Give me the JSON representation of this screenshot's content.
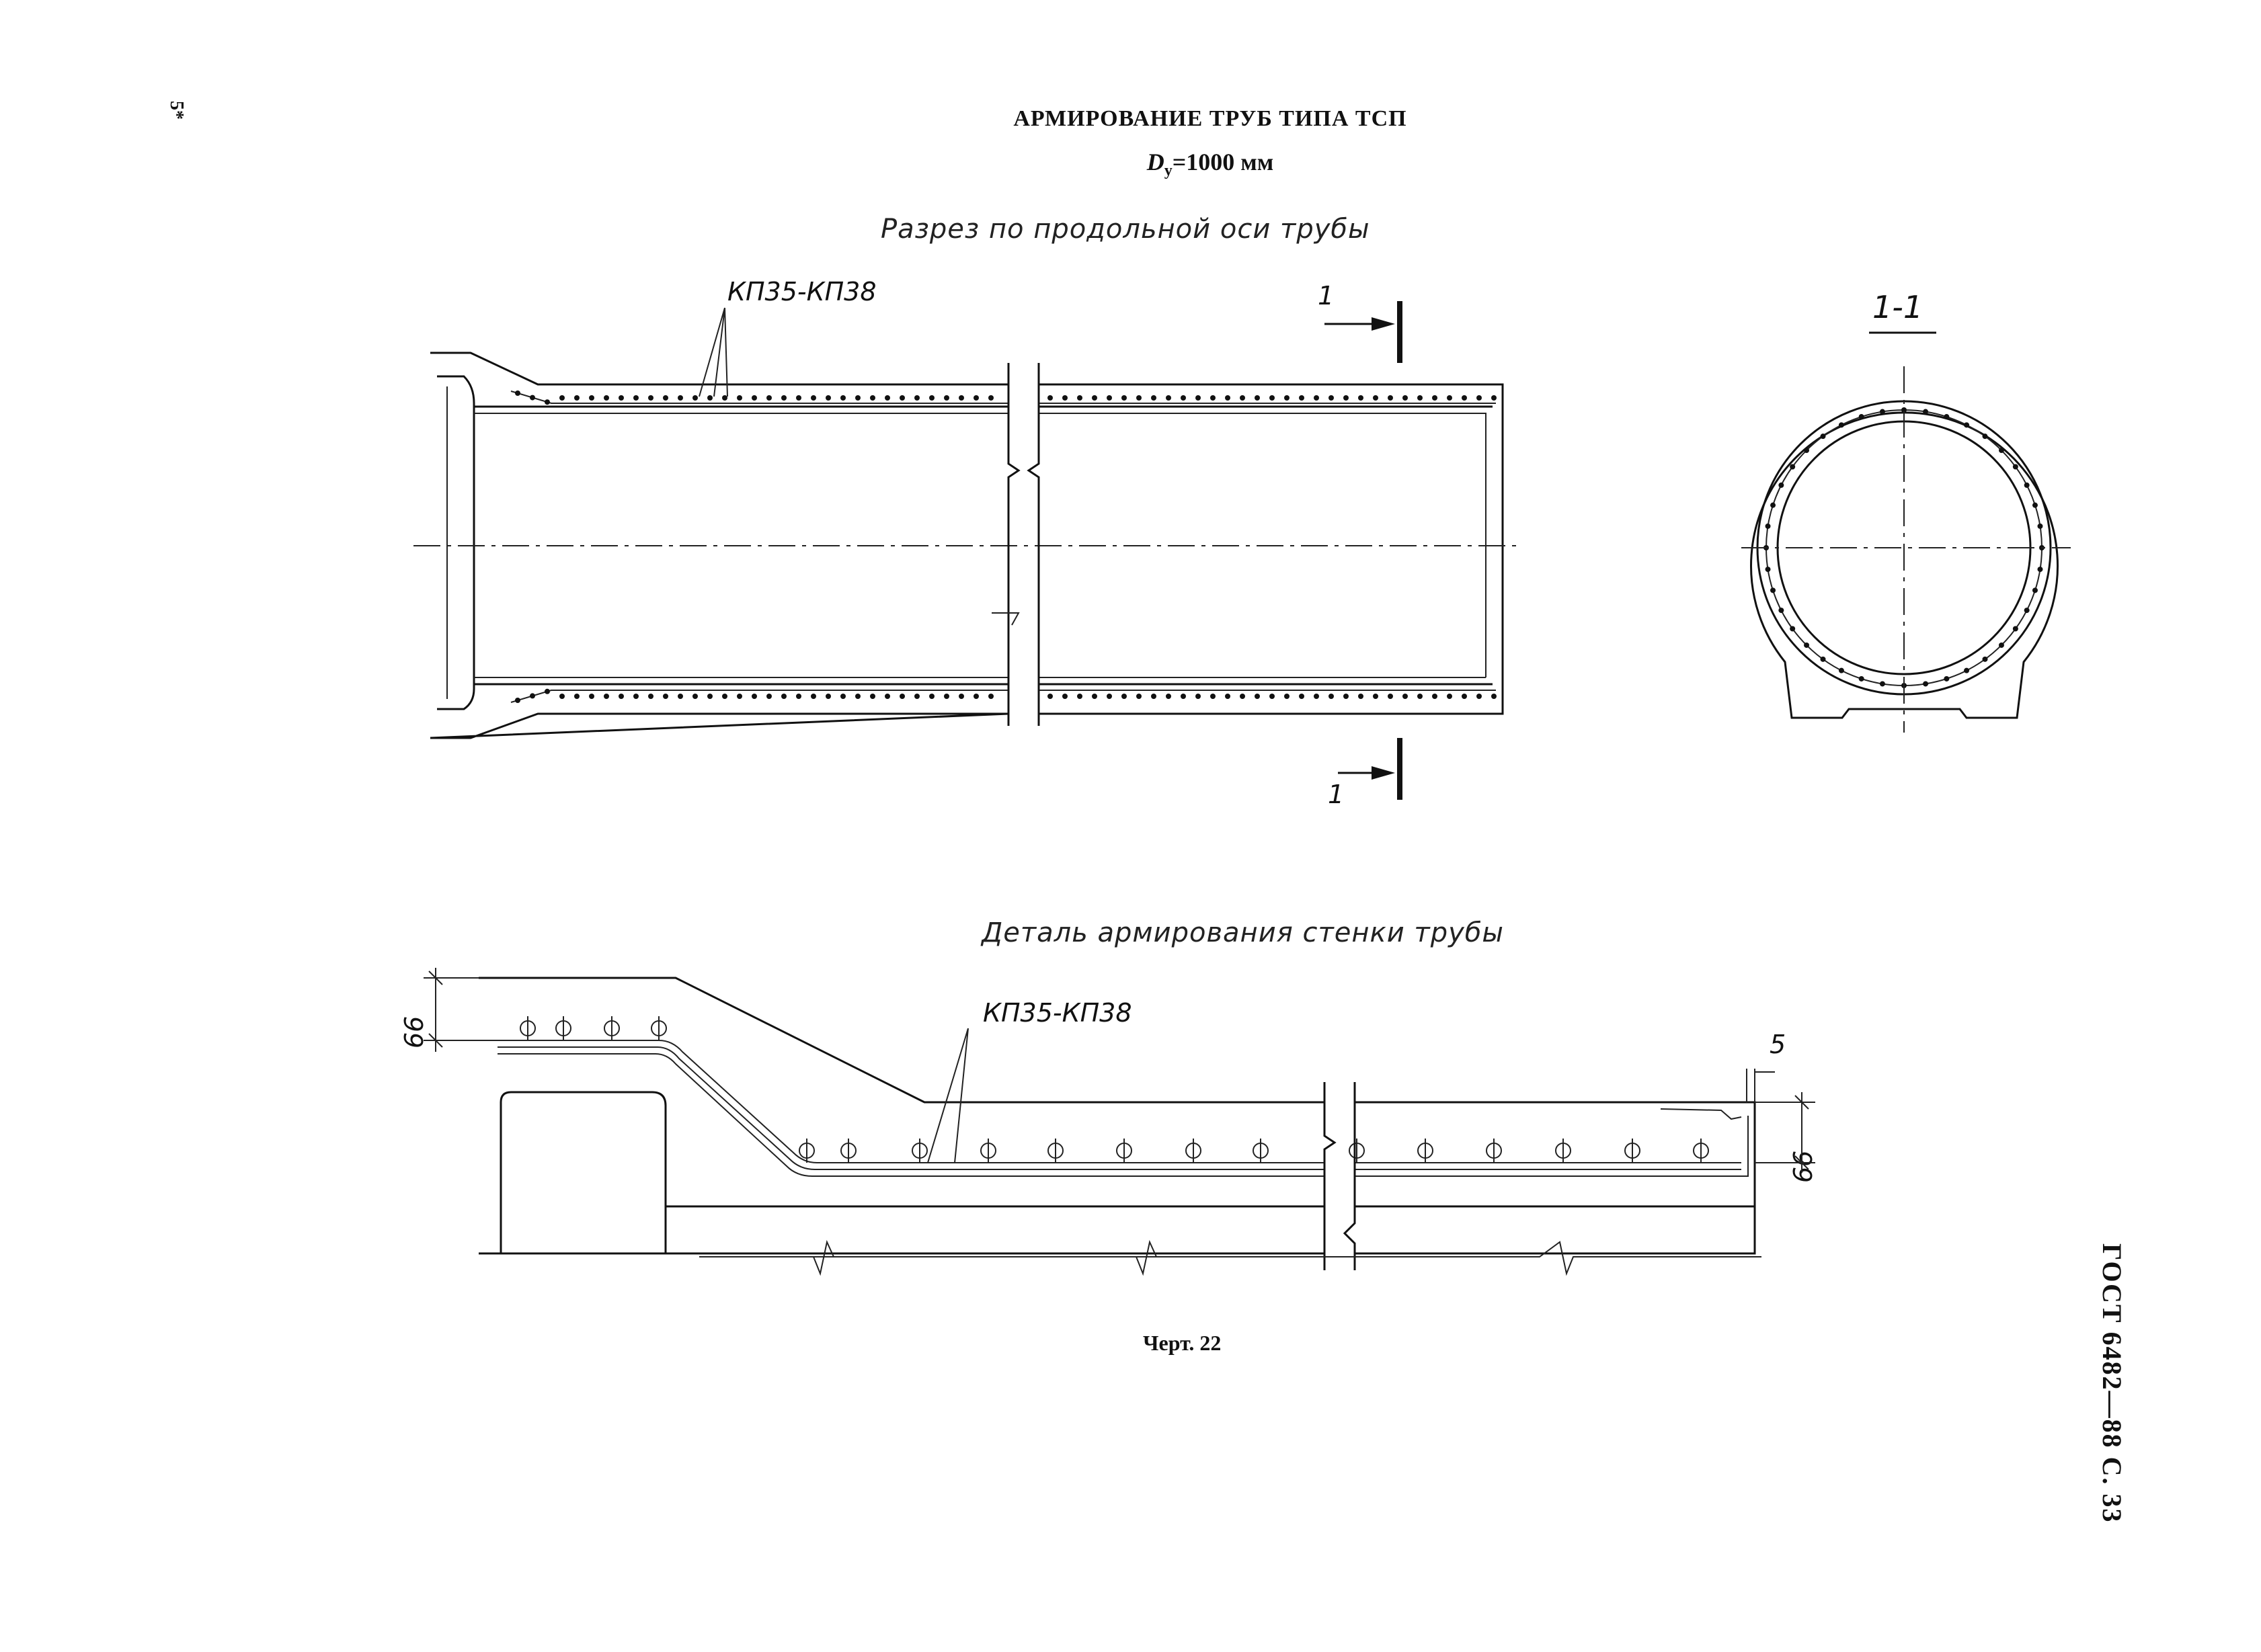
{
  "header": {
    "page_corner": "5*",
    "title": "АРМИРОВАНИЕ ТРУБ ТИПА ТСП",
    "diameter_symbol": "D",
    "diameter_sub": "у",
    "diameter_value": "=1000 мм"
  },
  "drawing_top": {
    "caption": "Разрез по продольной оси трубы",
    "cage_mark": "КП35-КП38",
    "section_mark_top": "1",
    "section_mark_bottom": "1",
    "section_label": "1-1"
  },
  "drawing_detail": {
    "caption": "Деталь армирования стенки трубы",
    "cage_mark": "КП35-КП38",
    "dim_left": "66",
    "dim_right": "66",
    "dim_cover": "5"
  },
  "footer": {
    "figure_label": "Черт. 22",
    "standard_ref": "ГОСТ 6482—88 С. 33"
  }
}
